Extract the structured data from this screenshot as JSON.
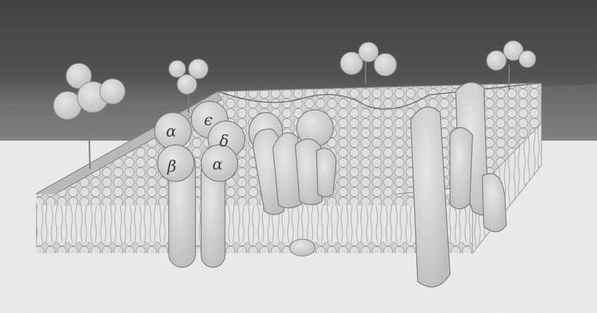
{
  "figure": {
    "kind": "membrane-illustration",
    "colors": {
      "background_dark": "#2b2b2b",
      "background_light": "#f1f1f1",
      "protein_fill": "#d9d9d9",
      "protein_stroke": "#6a6a6a",
      "lipid_stroke": "#8c8c8c",
      "membrane_surface": "#bdbdbd"
    },
    "subunit_labels": {
      "alpha_top": "α",
      "epsilon": "ϵ",
      "beta": "β",
      "delta": "δ",
      "alpha_bottom": "α"
    }
  }
}
